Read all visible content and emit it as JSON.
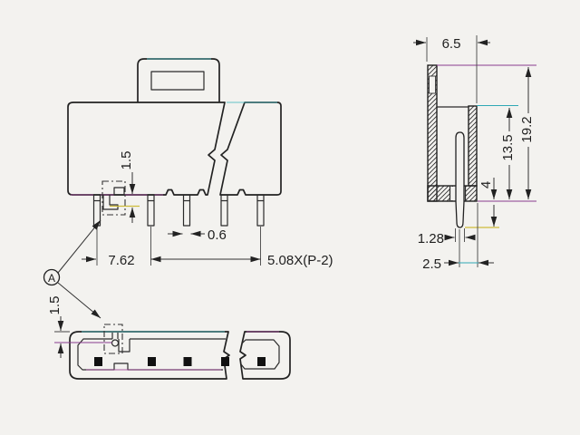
{
  "drawing": {
    "type": "connector-engineering-drawing",
    "detail_label": "A",
    "front_view": {
      "dim_standoff": "1.5",
      "dim_pin_width": "0.6",
      "dim_first_pitch": "7.62",
      "dim_pitch_span": "5.08X(P-2)"
    },
    "side_view": {
      "dim_body_width": "6.5",
      "dim_total_height": "19.2",
      "dim_cavity_height": "13.5",
      "dim_pin_protrusion": "4",
      "dim_pin_thickness": "1.28",
      "dim_pin_offset": "2.5"
    },
    "bottom_view": {
      "dim_key_offset": "1.5"
    },
    "colors": {
      "paper": "#f3f2ef",
      "ink": "#222222",
      "scan_purple": "#8a3c8f",
      "scan_cyan": "#2fa8b5",
      "scan_yellow": "#cdbb3a"
    }
  }
}
